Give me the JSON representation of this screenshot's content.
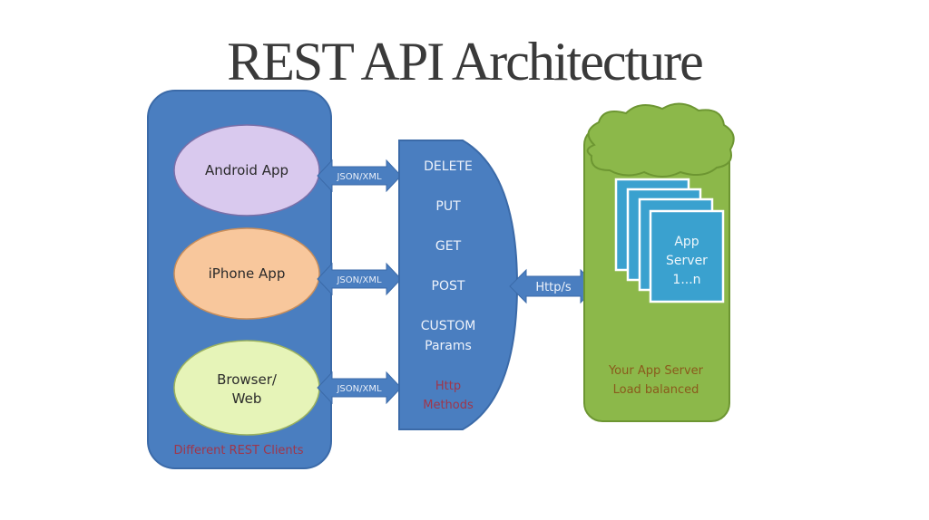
{
  "title": "REST API Architecture",
  "clients": {
    "caption": "Different REST Clients",
    "items": [
      {
        "label_lines": [
          "Android App"
        ],
        "fill": "#d9c9ee"
      },
      {
        "label_lines": [
          "iPhone App"
        ],
        "fill": "#f8c79c"
      },
      {
        "label_lines": [
          "Browser/",
          "Web"
        ],
        "fill": "#e6f4b8"
      }
    ]
  },
  "connectors": {
    "client_arrows": [
      "JSON/XML",
      "JSON/XML",
      "JSON/XML"
    ],
    "server_arrow": "Http/s"
  },
  "methods": {
    "items": [
      "DELETE",
      "PUT",
      "GET",
      "POST",
      "CUSTOM",
      "Params"
    ],
    "caption_lines": [
      "Http",
      "Methods"
    ]
  },
  "server": {
    "stack_label_lines": [
      "App",
      "Server",
      "1...n"
    ],
    "caption_lines": [
      "Your App Server",
      "Load balanced"
    ]
  },
  "colors": {
    "blue_panel": "#4a7ec0",
    "blue_border": "#3b6aa8",
    "green_panel": "#8cb84a",
    "green_border": "#6d9632",
    "server_card": "#3aa1cf",
    "caption_red": "#a0364a",
    "caption_brown": "#8a5a1c"
  }
}
